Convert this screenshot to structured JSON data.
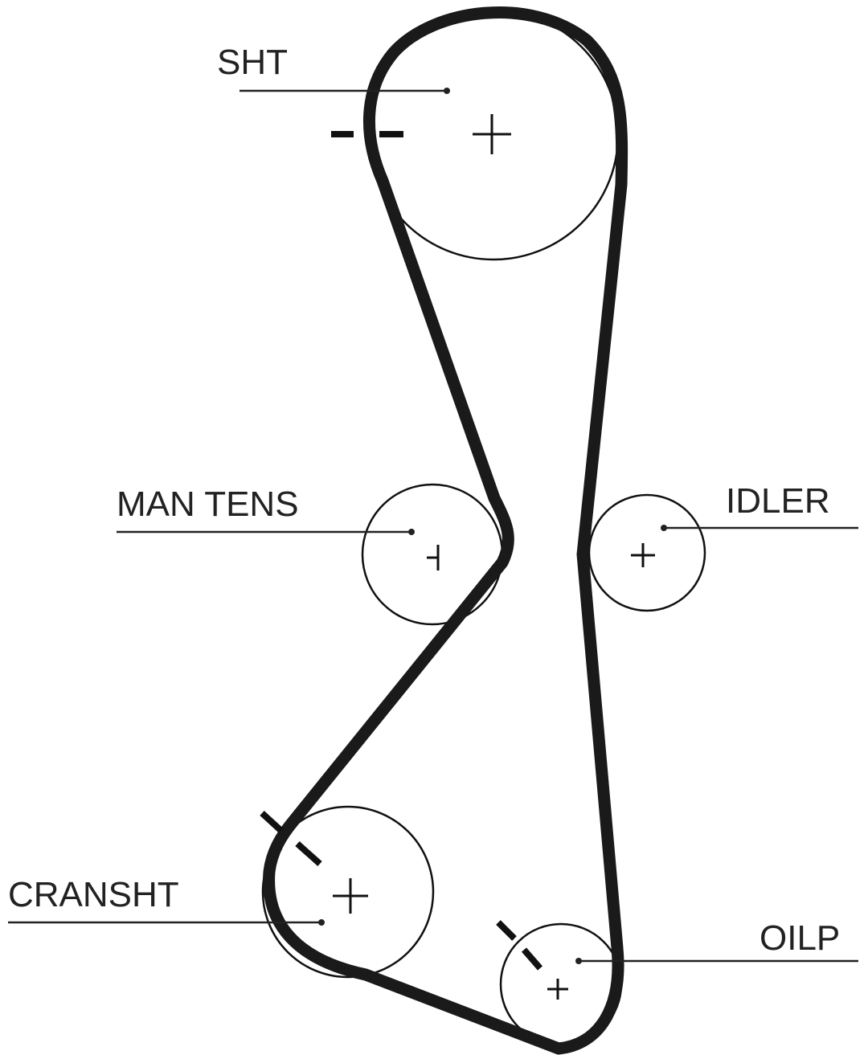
{
  "labels": {
    "camshaft": "SHT",
    "manual_tensioner": "MAN TENS",
    "idler": "IDLER",
    "crankshaft": "CRANSHT",
    "oil_pump": "OILP"
  },
  "timing_marks": {
    "camshaft": "- -"
  }
}
